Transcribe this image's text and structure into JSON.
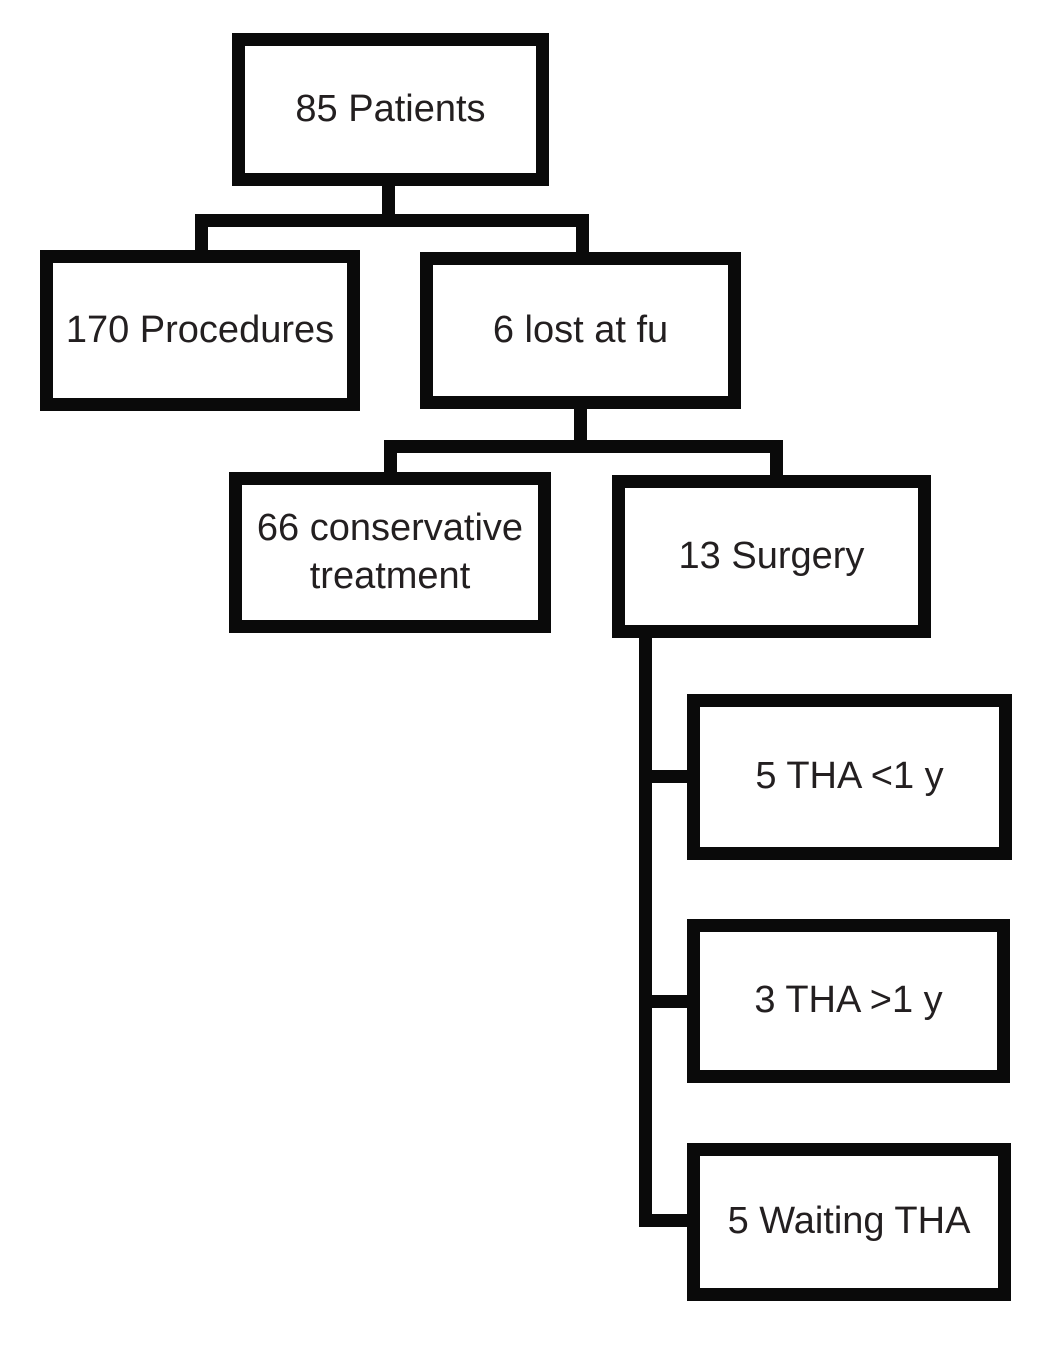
{
  "figure": {
    "type": "flowchart",
    "colors": {
      "line": "#0a0a0a",
      "text": "#231f20",
      "background": "#ffffff"
    },
    "nodes": [
      {
        "id": "patients",
        "label": "85 Patients"
      },
      {
        "id": "procedures",
        "label": "170 Procedures"
      },
      {
        "id": "lost-at-fu",
        "label": "6 lost at fu"
      },
      {
        "id": "conservative",
        "label": "66 conservative treatment"
      },
      {
        "id": "surgery",
        "label": "13 Surgery"
      },
      {
        "id": "tha-under-1y",
        "label": "5 THA <1 y"
      },
      {
        "id": "tha-over-1y",
        "label": "3 THA >1 y"
      },
      {
        "id": "waiting-tha",
        "label": "5 Waiting THA"
      }
    ],
    "edges": [
      {
        "from": "85 Patients",
        "to": "170 Procedures"
      },
      {
        "from": "85 Patients",
        "to": "6 lost at fu"
      },
      {
        "from": "6 lost at fu",
        "to": "66 conservative treatment"
      },
      {
        "from": "6 lost at fu",
        "to": "13 Surgery"
      },
      {
        "from": "13 Surgery",
        "to": "5 THA <1 y"
      },
      {
        "from": "13 Surgery",
        "to": "3 THA >1 y"
      },
      {
        "from": "13 Surgery",
        "to": "5 Waiting THA"
      }
    ]
  }
}
